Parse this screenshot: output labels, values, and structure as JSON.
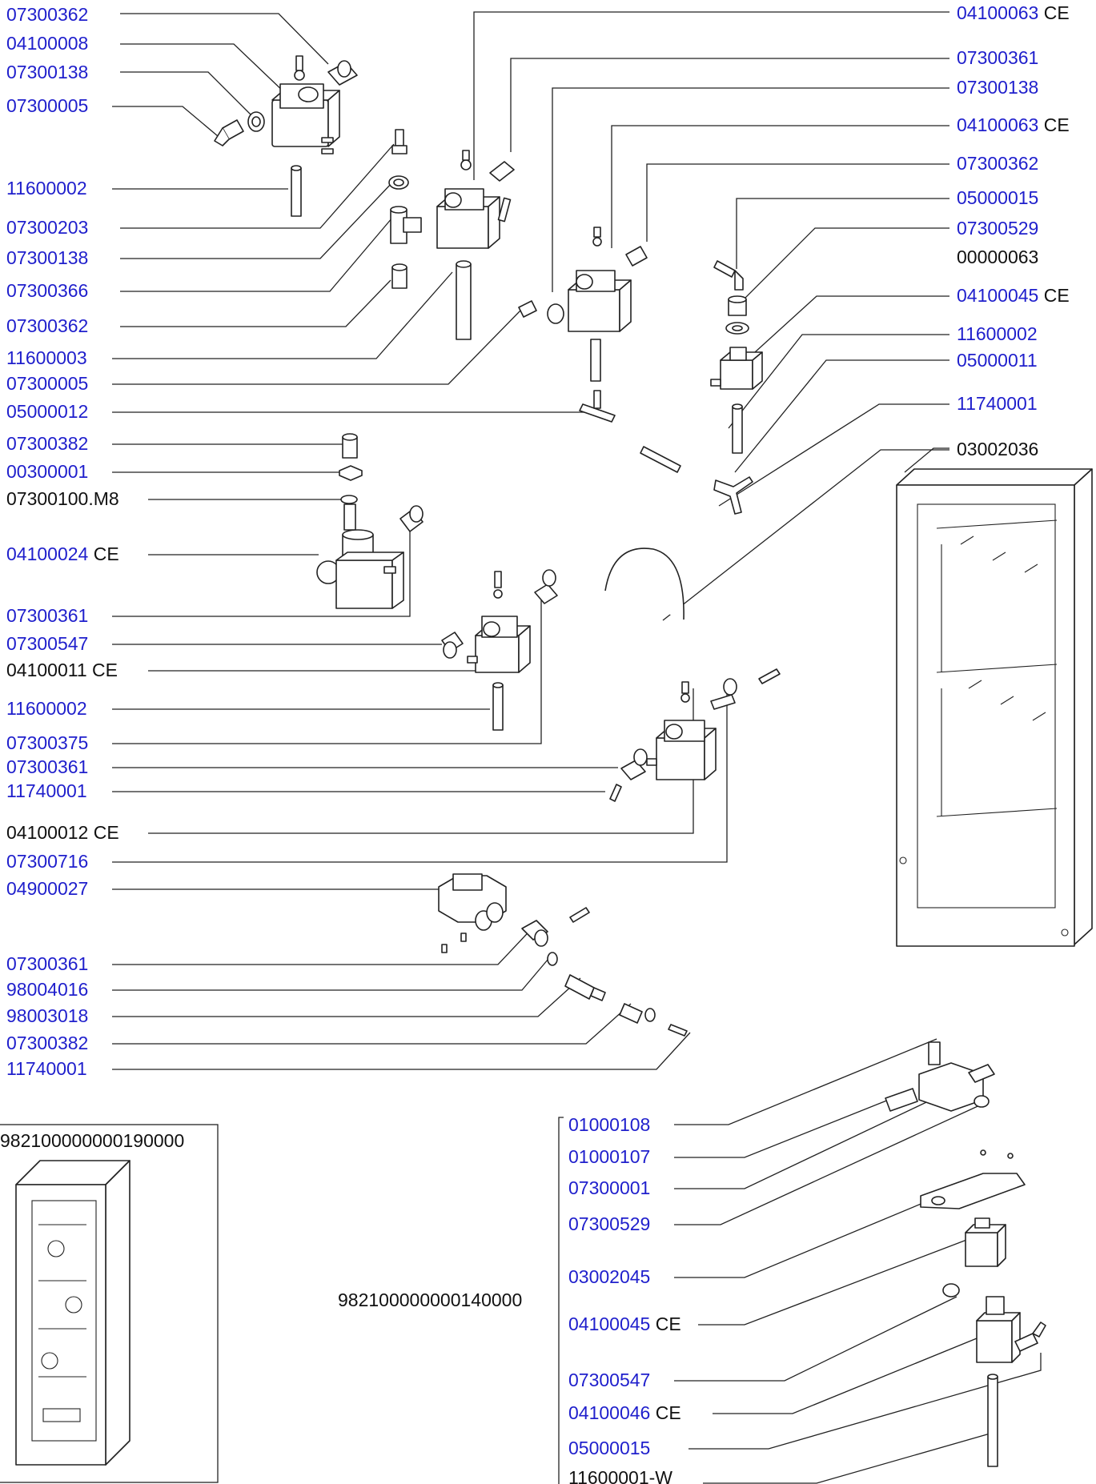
{
  "colors": {
    "part_number": "#1f1fcc",
    "suffix": "#111111",
    "line": "#222222"
  },
  "left_labels": [
    {
      "code": "07300362",
      "suffix": ""
    },
    {
      "code": "04100008",
      "suffix": ""
    },
    {
      "code": "07300138",
      "suffix": ""
    },
    {
      "code": "07300005",
      "suffix": ""
    },
    {
      "code": "11600002",
      "suffix": ""
    },
    {
      "code": "07300203",
      "suffix": ""
    },
    {
      "code": "07300138",
      "suffix": ""
    },
    {
      "code": "07300366",
      "suffix": ""
    },
    {
      "code": "07300362",
      "suffix": ""
    },
    {
      "code": "11600003",
      "suffix": ""
    },
    {
      "code": "07300005",
      "suffix": ""
    },
    {
      "code": "05000012",
      "suffix": ""
    },
    {
      "code": "07300382",
      "suffix": ""
    },
    {
      "code": "00300001",
      "suffix": ""
    },
    {
      "code": "07300100.M8",
      "suffix": "",
      "black": true
    },
    {
      "code": "04100024",
      "suffix": "CE"
    },
    {
      "code": "07300361",
      "suffix": ""
    },
    {
      "code": "07300547",
      "suffix": ""
    },
    {
      "code": "04100011 CE",
      "suffix": "",
      "black": true
    },
    {
      "code": "11600002",
      "suffix": ""
    },
    {
      "code": "07300375",
      "suffix": ""
    },
    {
      "code": "07300361",
      "suffix": ""
    },
    {
      "code": "11740001",
      "suffix": ""
    },
    {
      "code": "04100012 CE",
      "suffix": "",
      "black": true
    },
    {
      "code": "07300716",
      "suffix": ""
    },
    {
      "code": "04900027",
      "suffix": ""
    },
    {
      "code": "07300361",
      "suffix": ""
    },
    {
      "code": "98004016",
      "suffix": ""
    },
    {
      "code": "98003018",
      "suffix": ""
    },
    {
      "code": "07300382",
      "suffix": ""
    },
    {
      "code": "11740001",
      "suffix": ""
    }
  ],
  "right_labels": [
    {
      "code": "04100063",
      "suffix": "CE"
    },
    {
      "code": "07300361",
      "suffix": ""
    },
    {
      "code": "07300138",
      "suffix": ""
    },
    {
      "code": "04100063",
      "suffix": "CE"
    },
    {
      "code": "07300362",
      "suffix": ""
    },
    {
      "code": "05000015",
      "suffix": ""
    },
    {
      "code": "07300529",
      "suffix": ""
    },
    {
      "code": "00000063",
      "suffix": "",
      "black": true
    },
    {
      "code": "04100045",
      "suffix": "CE"
    },
    {
      "code": "11600002",
      "suffix": ""
    },
    {
      "code": "05000011",
      "suffix": ""
    },
    {
      "code": "11740001",
      "suffix": ""
    },
    {
      "code": "03002036",
      "suffix": "",
      "black": true
    }
  ],
  "kit_labels": [
    {
      "code": "01000108",
      "suffix": ""
    },
    {
      "code": "01000107",
      "suffix": ""
    },
    {
      "code": "07300001",
      "suffix": ""
    },
    {
      "code": "07300529",
      "suffix": ""
    },
    {
      "code": "03002045",
      "suffix": ""
    },
    {
      "code": "04100045",
      "suffix": "CE"
    },
    {
      "code": "07300547",
      "suffix": ""
    },
    {
      "code": "04100046",
      "suffix": "CE"
    },
    {
      "code": "05000015",
      "suffix": ""
    },
    {
      "code": "11600001-W",
      "suffix": "",
      "black": true
    }
  ],
  "assembly_box_label": "982100000000190000",
  "kit_group_label": "982100000000140000"
}
